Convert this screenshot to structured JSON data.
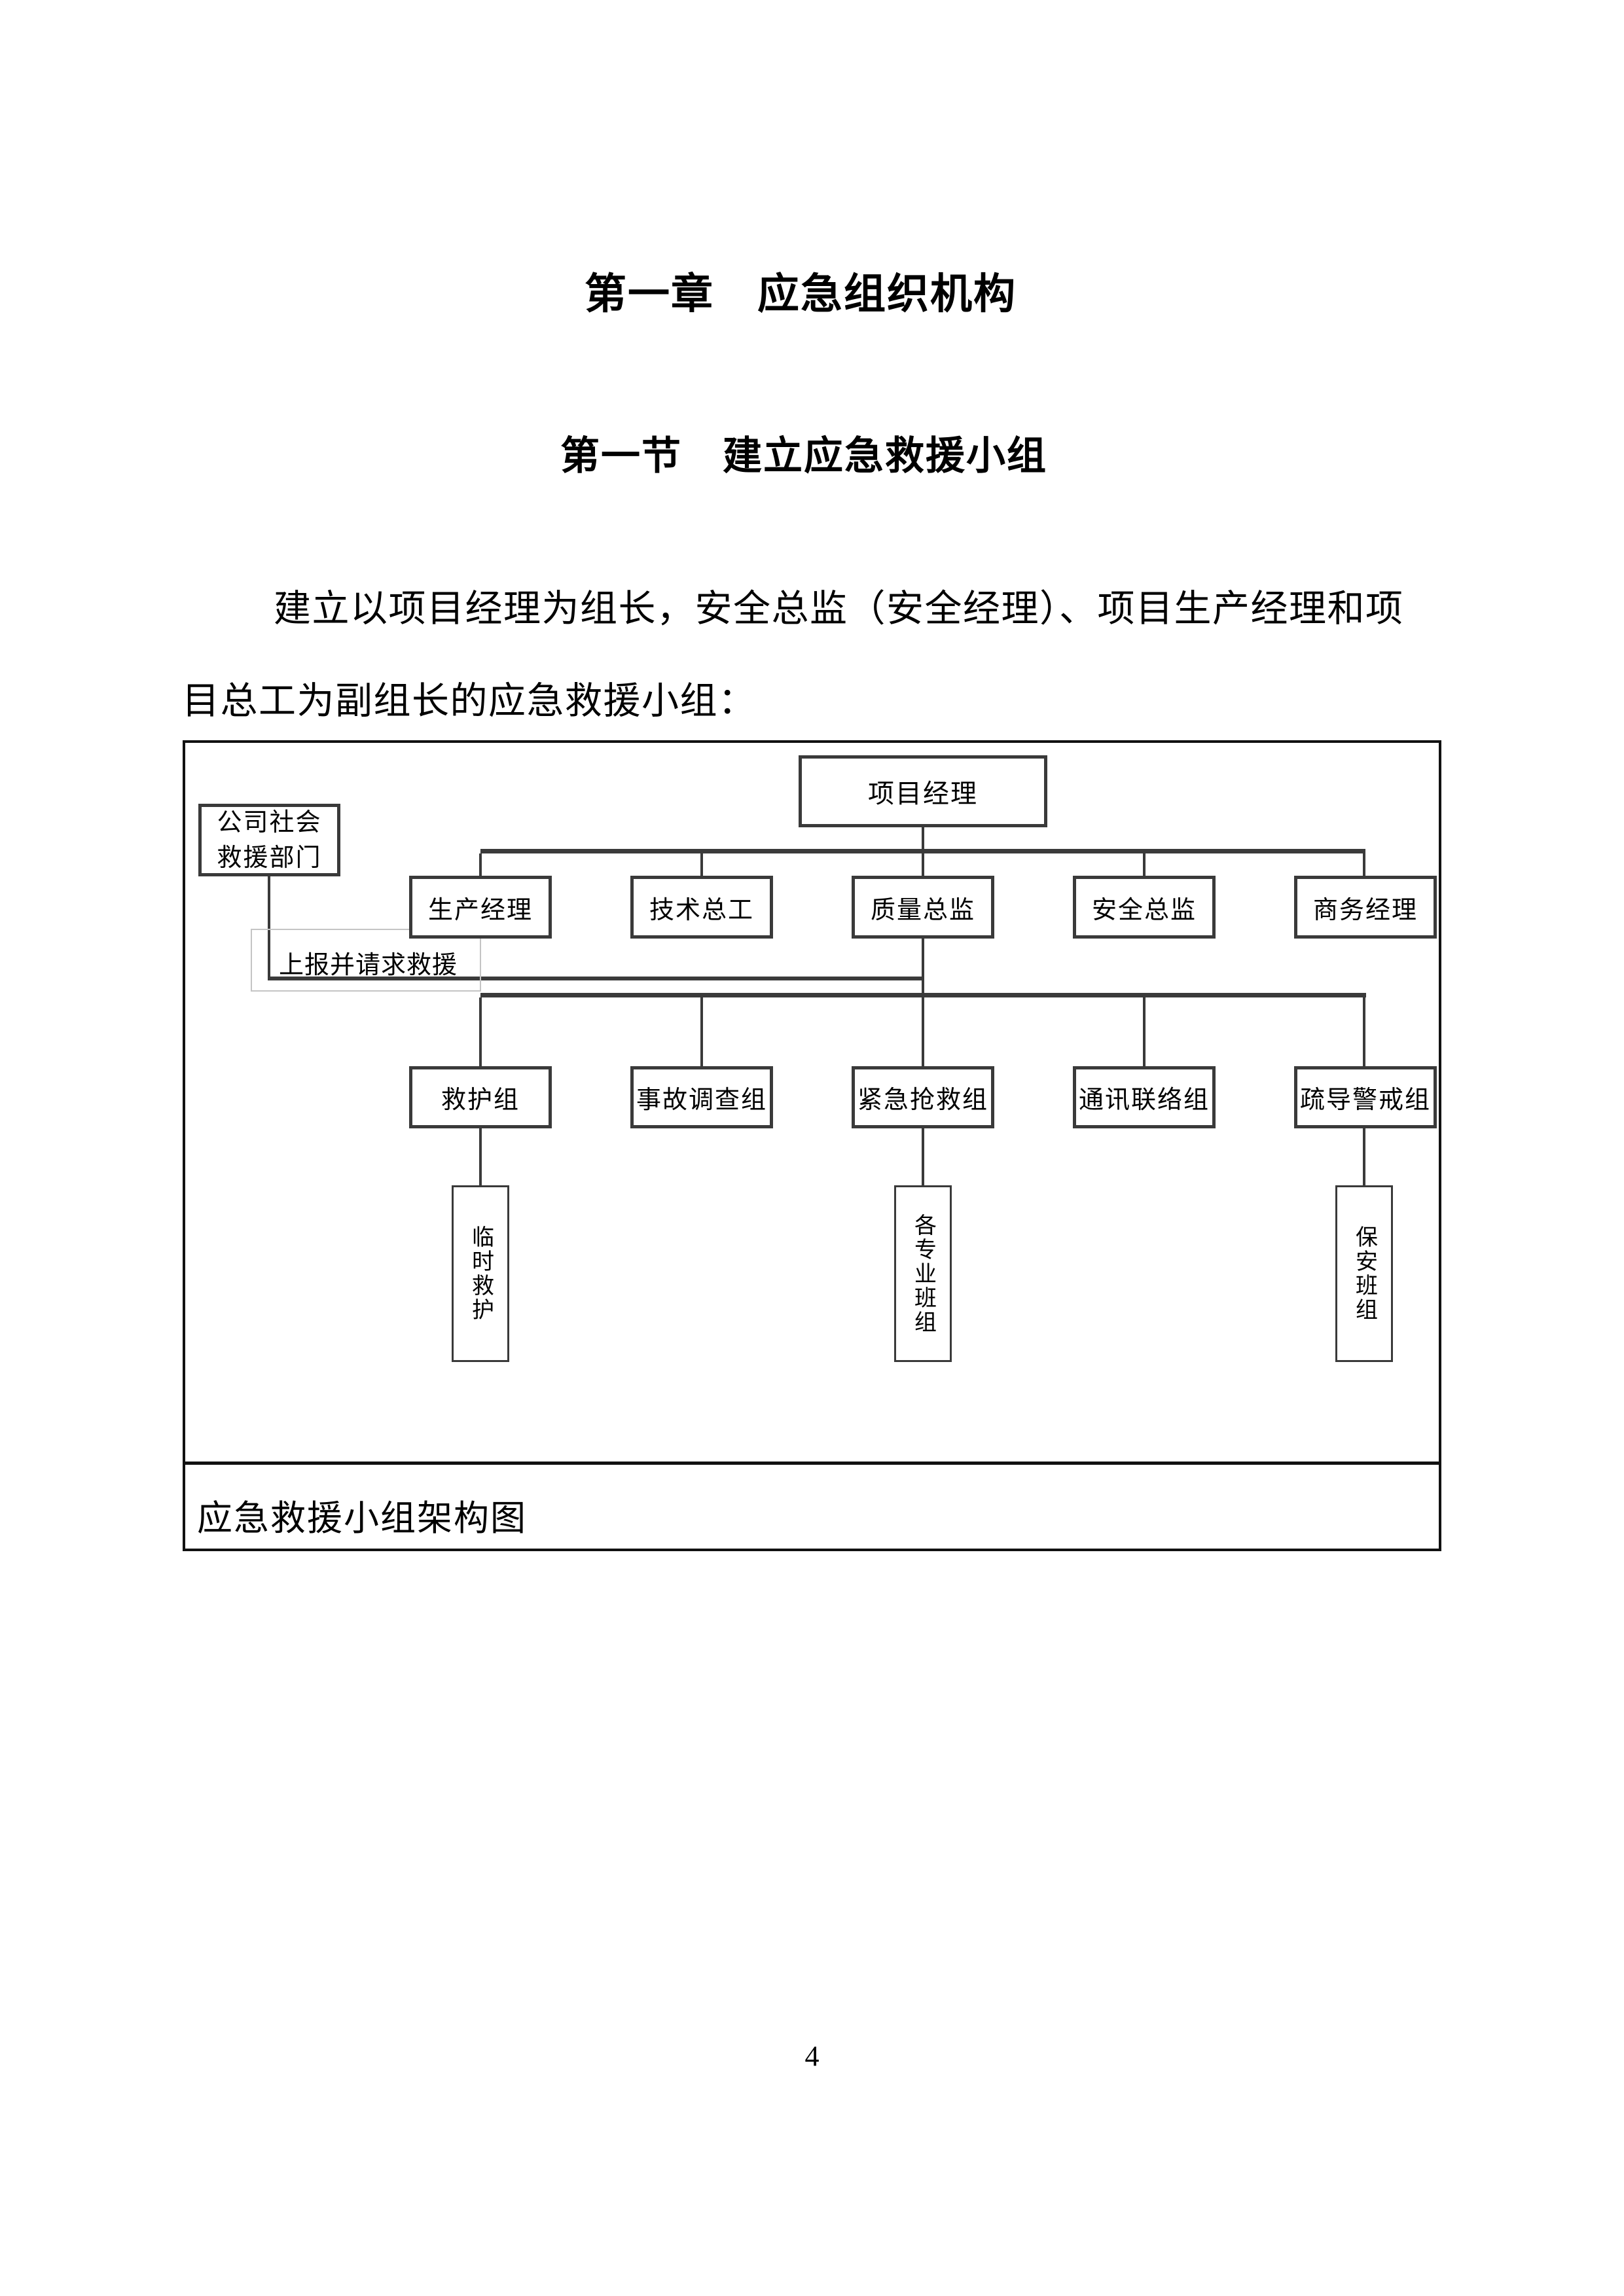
{
  "document": {
    "chapter_title": "第一章　应急组织机构",
    "section_title": "第一节　建立应急救援小组",
    "paragraph_lines": [
      "建立以项目经理为组长，安全总监（安全经理）、项目生产经理和项",
      "目总工为副组长的应急救援小组："
    ],
    "page_number": "4"
  },
  "org_chart": {
    "caption": "应急救援小组架构图",
    "root": "项目经理",
    "external_unit_lines": [
      "公司社会",
      "救援部门"
    ],
    "callout_label": "上报并请求救援",
    "level2": [
      "生产经理",
      "技术总工",
      "质量总监",
      "安全总监",
      "商务经理"
    ],
    "level3": [
      "救护组",
      "事故调查组",
      "紧急抢救组",
      "通讯联络组",
      "疏导警戒组"
    ],
    "level4": [
      "临时救护",
      "各专业班组",
      "保安班组"
    ],
    "colors": {
      "connector_line": "#3a3a3a",
      "frame_border": "#111111"
    }
  }
}
